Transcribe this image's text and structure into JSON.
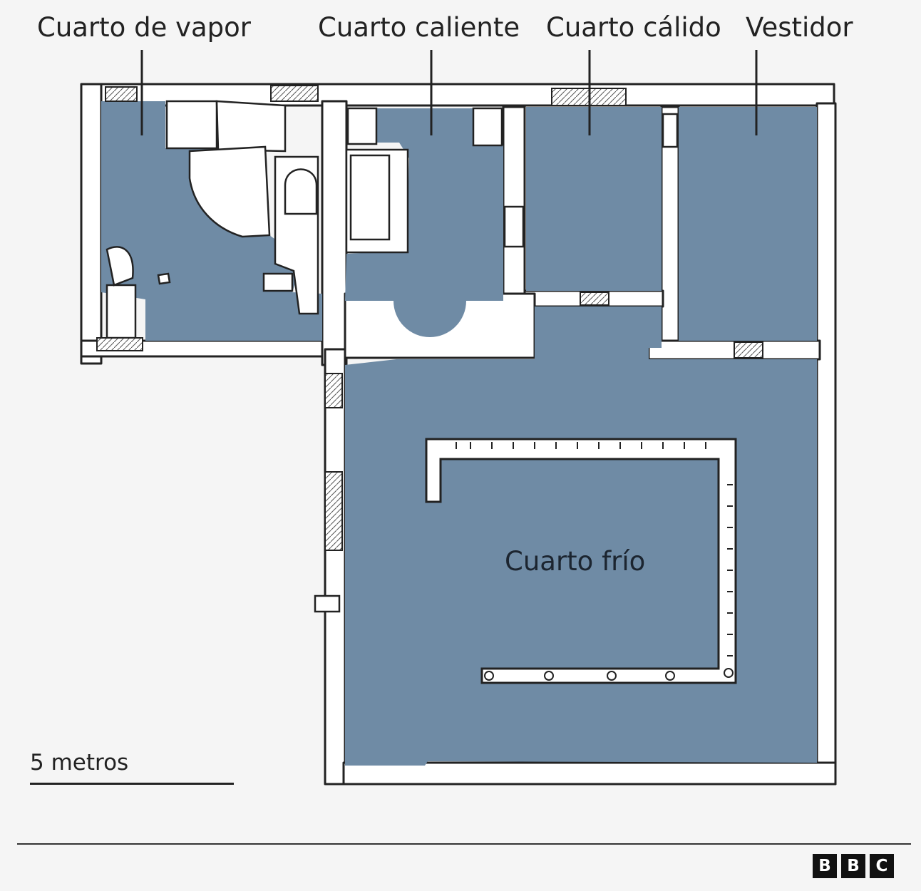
{
  "labels": {
    "steam_room": "Cuarto de vapor",
    "hot_room": "Cuarto caliente",
    "warm_room": "Cuarto cálido",
    "changing_room": "Vestidor",
    "cold_room": "Cuarto frío"
  },
  "scale": {
    "label": "5 metros"
  },
  "brand": {
    "letters": [
      "B",
      "B",
      "C"
    ]
  },
  "colors": {
    "room_fill": "#6f8ba5",
    "wall": "#222222",
    "background": "#f5f5f5"
  }
}
